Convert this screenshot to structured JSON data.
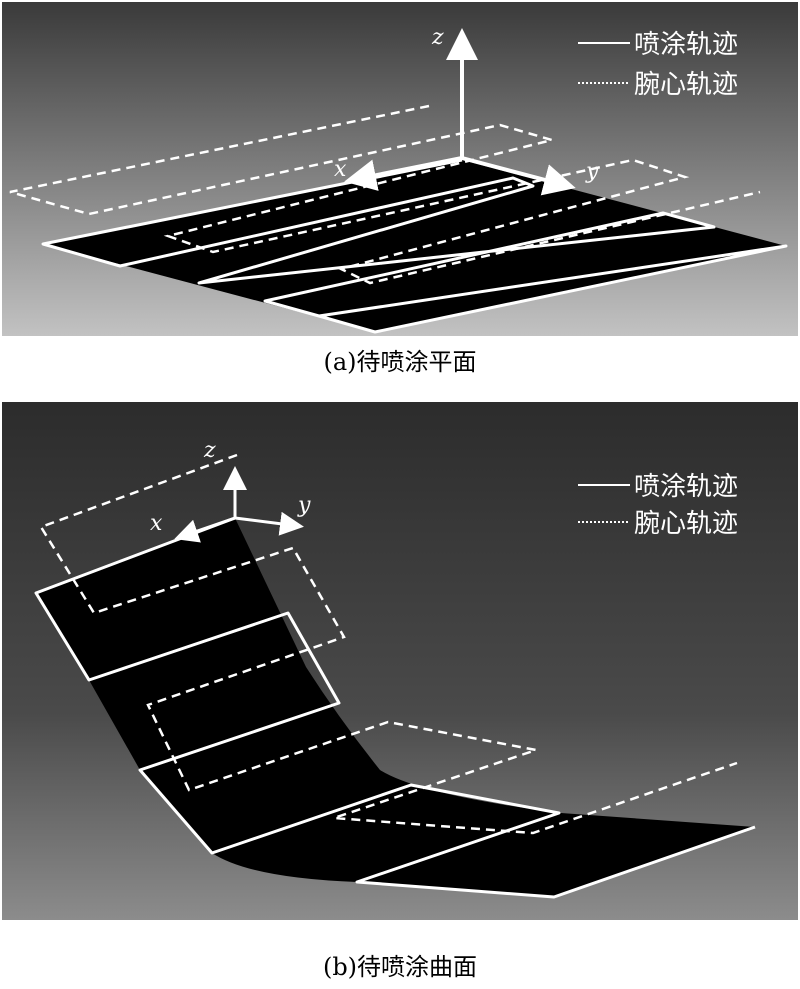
{
  "panel_a": {
    "caption": "(a)待喷涂平面",
    "axes": {
      "x": "x",
      "y": "y",
      "z": "z"
    },
    "legend": {
      "solid": "喷涂轨迹",
      "dashed": "腕心轨迹"
    }
  },
  "panel_b": {
    "caption": "(b)待喷涂曲面",
    "axes": {
      "x": "x",
      "y": "y",
      "z": "z"
    },
    "legend": {
      "solid": "喷涂轨迹",
      "dashed": "腕心轨迹"
    }
  },
  "colors": {
    "surface": "#000000",
    "trajectory": "#ffffff"
  }
}
